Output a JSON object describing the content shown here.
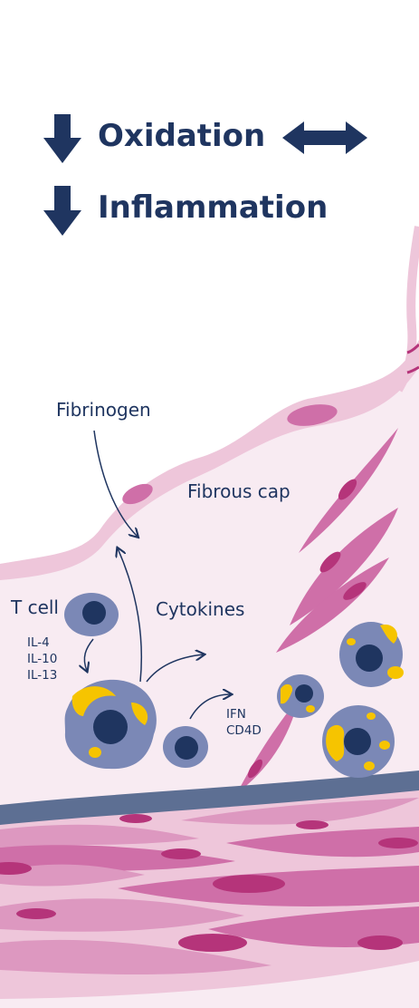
{
  "headings": {
    "oxidation": "Oxidation",
    "inflammation": "Inflammation"
  },
  "labels": {
    "fibrinogen": "Fibrinogen",
    "fibrous_cap": "Fibrous cap",
    "t_cell": "T cell",
    "cytokines": "Cytokines",
    "interleukins": [
      "IL-4",
      "IL-10",
      "IL-13"
    ],
    "ifn": "IFN",
    "cd4d": "CD4D"
  },
  "colors": {
    "navy": "#1f3560",
    "cell_gray": "#7b88b6",
    "yellow": "#f6c400",
    "pink_dark": "#b5347a",
    "pink_mid": "#cf6fa8",
    "pink_light": "#f3dbe8",
    "pink_pale": "#f8ebf2",
    "membrane": "#5d6f93"
  },
  "icons": {
    "oxidation_indicator": "down-arrow-icon",
    "oxidation_change": "double-arrow-icon",
    "inflammation_indicator": "down-arrow-icon"
  }
}
